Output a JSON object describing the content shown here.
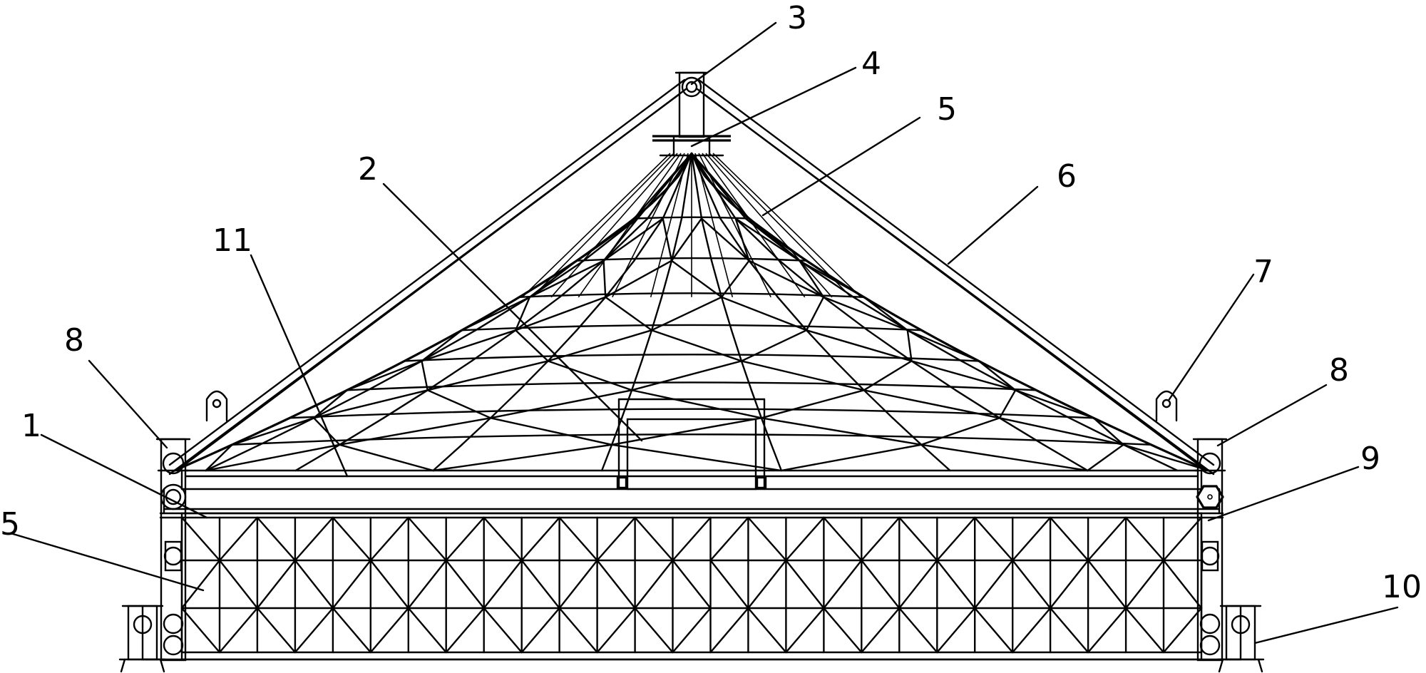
{
  "diagram": {
    "labels": [
      {
        "id": "label-3",
        "text": "3"
      },
      {
        "id": "label-4",
        "text": "4"
      },
      {
        "id": "label-5-top",
        "text": "5"
      },
      {
        "id": "label-6",
        "text": "6"
      },
      {
        "id": "label-2",
        "text": "2"
      },
      {
        "id": "label-11",
        "text": "11"
      },
      {
        "id": "label-7",
        "text": "7"
      },
      {
        "id": "label-8-left",
        "text": "8"
      },
      {
        "id": "label-8-right",
        "text": "8"
      },
      {
        "id": "label-1",
        "text": "1"
      },
      {
        "id": "label-9",
        "text": "9"
      },
      {
        "id": "label-5-left",
        "text": "5"
      },
      {
        "id": "label-10",
        "text": "10"
      }
    ]
  }
}
